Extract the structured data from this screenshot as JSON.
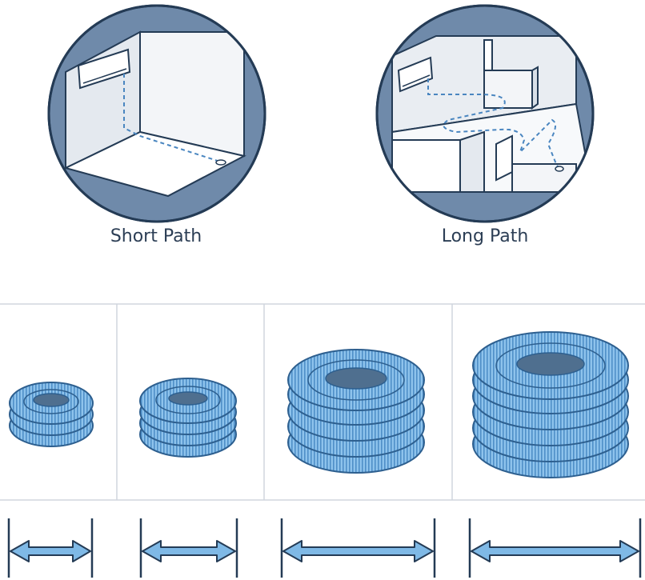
{
  "paths": {
    "short": {
      "label": "Short Path",
      "icon": "room-short-drain-path-icon"
    },
    "long": {
      "label": "Long Path",
      "icon": "room-long-drain-path-icon"
    }
  },
  "hose_coils": [
    {
      "icon": "coiled-hose-small-icon",
      "layers": 3
    },
    {
      "icon": "coiled-hose-medium-icon",
      "layers": 4
    },
    {
      "icon": "coiled-hose-large-icon",
      "layers": 5
    },
    {
      "icon": "coiled-hose-extra-large-icon",
      "layers": 6
    }
  ],
  "length_arrows": [
    {
      "icon": "length-arrow-short-icon"
    },
    {
      "icon": "length-arrow-medium-icon"
    },
    {
      "icon": "length-arrow-long-icon"
    },
    {
      "icon": "length-arrow-longest-icon"
    }
  ],
  "colors": {
    "circle_border": "#3d5a80",
    "circle_fill": "#6f8aaa",
    "room_fill": "#f5f7fa",
    "line": "#243b55",
    "drain_dash": "#4a86c0",
    "hose_light": "#8ec3ec",
    "hose_dark": "#3f82c0",
    "arrow_fill": "#7fb9e6",
    "grid": "#d0d6de"
  }
}
